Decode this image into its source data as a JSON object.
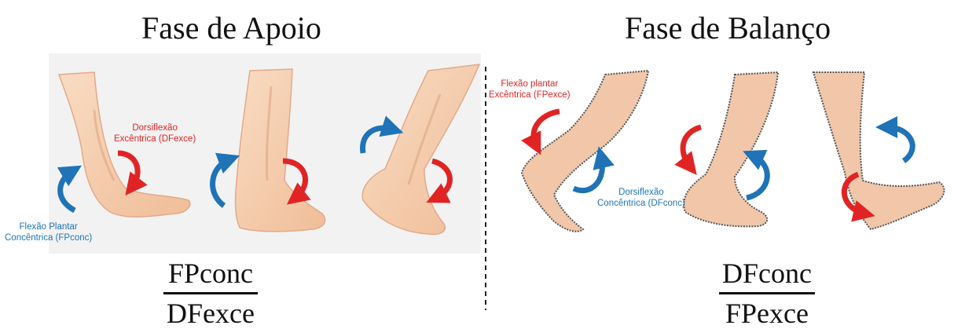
{
  "titles": {
    "left": "Fase de Apoio",
    "right": "Fase de Balanço"
  },
  "labels": {
    "dorsiflexao_excentrica": [
      "Dorsiflexão",
      "Excêntrica (DFexce)"
    ],
    "flexao_plantar_concentrica": [
      "Flexão Plantar",
      "Concêntrica (FPconc)"
    ],
    "flexao_plantar_excentrica": [
      "Flexão plantar",
      "Excêntrica (FPexce)"
    ],
    "dorsiflexao_concentrica": [
      "Dorsiflexão",
      "Concêntrica (DFconc)"
    ]
  },
  "ratios": {
    "left": {
      "numerator": "FPconc",
      "denominator": "DFexce"
    },
    "right": {
      "numerator": "DFconc",
      "denominator": "FPexce"
    }
  },
  "colors": {
    "red": "#e02424",
    "blue": "#1f73b6",
    "skin": "#f4c9a6",
    "skin_outline": "#e3a98a",
    "sketch_skin": "#f2c7a9"
  }
}
